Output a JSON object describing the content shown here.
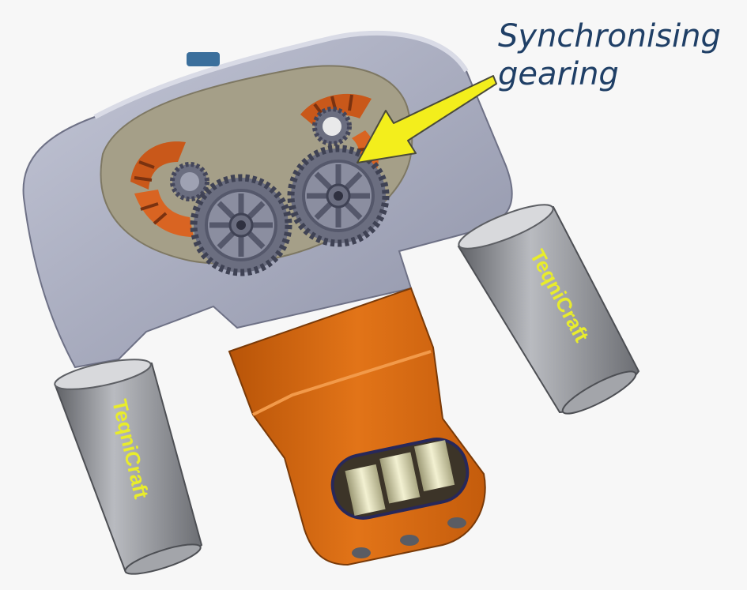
{
  "annotation": {
    "line1": "Synchronising",
    "line2": "gearing"
  },
  "brand": {
    "left_tube_label": "TeqniCraft",
    "right_tube_label": "TeqniCraft"
  },
  "colors": {
    "frame": "#a4a8bd",
    "plate": "#a59f88",
    "orange_body": "#d96a12",
    "gears": "#6b6e80",
    "tube": "#8f9196",
    "arrow": "#f3ee1c",
    "label": "#e8ec2c",
    "callout_text": "#1f3f66"
  }
}
